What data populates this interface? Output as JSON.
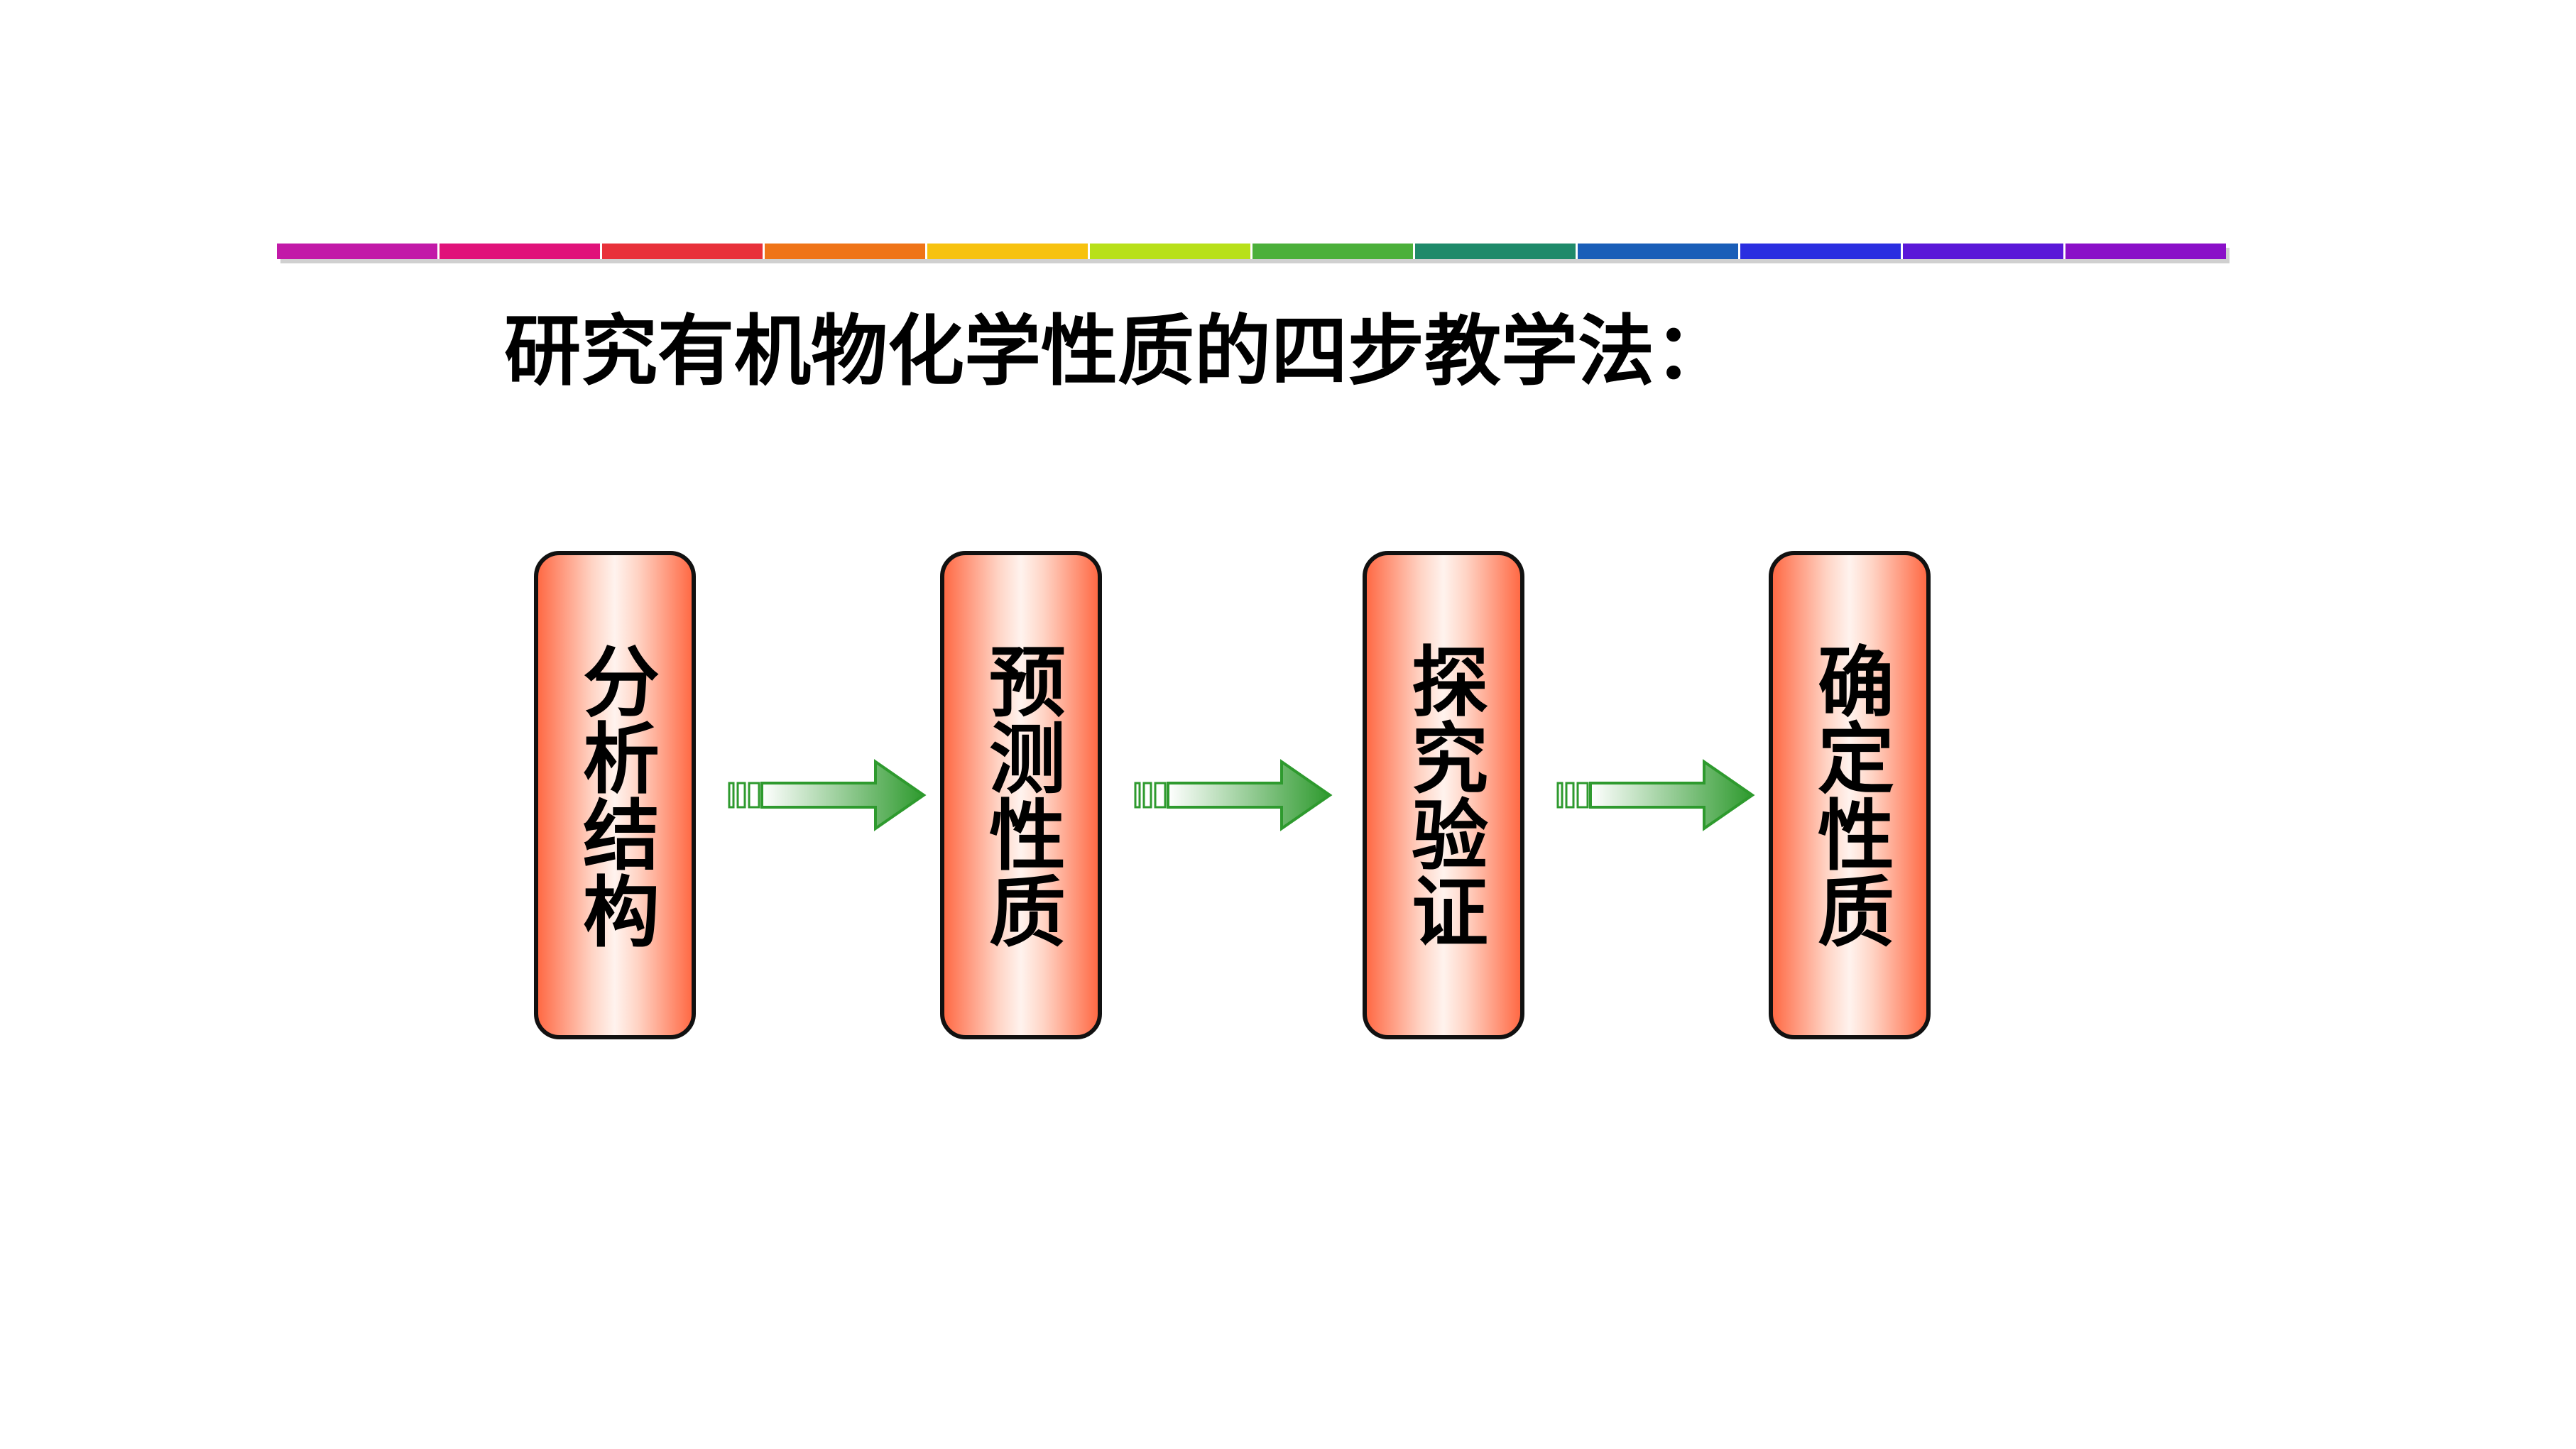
{
  "title": "研究有机物化学性质的四步教学法：",
  "rainbow_colors": [
    "#c21aa8",
    "#e0127a",
    "#e8313a",
    "#ef7418",
    "#f7c20f",
    "#b8e01a",
    "#4bb03a",
    "#1f8a6a",
    "#1a5eb8",
    "#2a2ee0",
    "#5a18d8",
    "#8a10c8"
  ],
  "arrow_color": "#2e9a2e",
  "box_border_color": "#111111",
  "steps": [
    {
      "text": "分析结构"
    },
    {
      "text": "预测性质"
    },
    {
      "text": "探究验证"
    },
    {
      "text": "确定性质"
    }
  ]
}
